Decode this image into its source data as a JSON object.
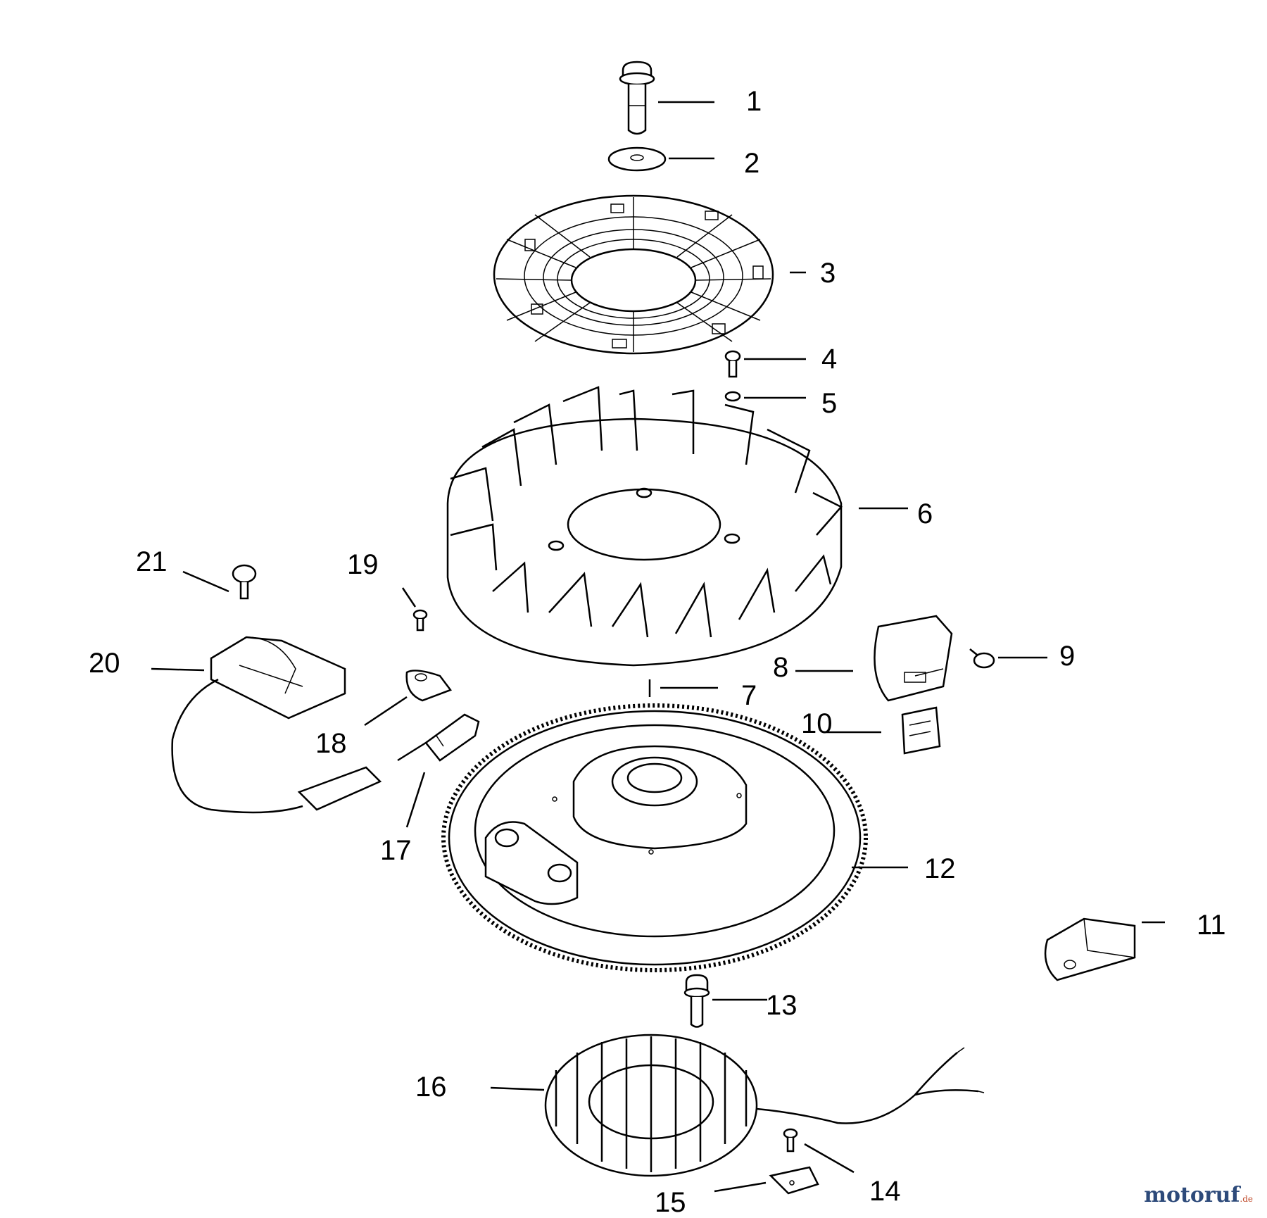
{
  "parts": [
    {
      "id": "p1",
      "label": "1"
    },
    {
      "id": "p2",
      "label": "2"
    },
    {
      "id": "p3",
      "label": "3"
    },
    {
      "id": "p4",
      "label": "4"
    },
    {
      "id": "p5",
      "label": "5"
    },
    {
      "id": "p6",
      "label": "6"
    },
    {
      "id": "p7",
      "label": "7"
    },
    {
      "id": "p8",
      "label": "8"
    },
    {
      "id": "p9",
      "label": "9"
    },
    {
      "id": "p10",
      "label": "10"
    },
    {
      "id": "p11",
      "label": "11"
    },
    {
      "id": "p12",
      "label": "12"
    },
    {
      "id": "p13",
      "label": "13"
    },
    {
      "id": "p14",
      "label": "14"
    },
    {
      "id": "p15",
      "label": "15"
    },
    {
      "id": "p16",
      "label": "16"
    },
    {
      "id": "p17",
      "label": "17"
    },
    {
      "id": "p18",
      "label": "18"
    },
    {
      "id": "p19",
      "label": "19"
    },
    {
      "id": "p20",
      "label": "20"
    },
    {
      "id": "p21",
      "label": "21"
    }
  ],
  "watermark": {
    "name": "motoruf",
    "tld": ".de"
  }
}
